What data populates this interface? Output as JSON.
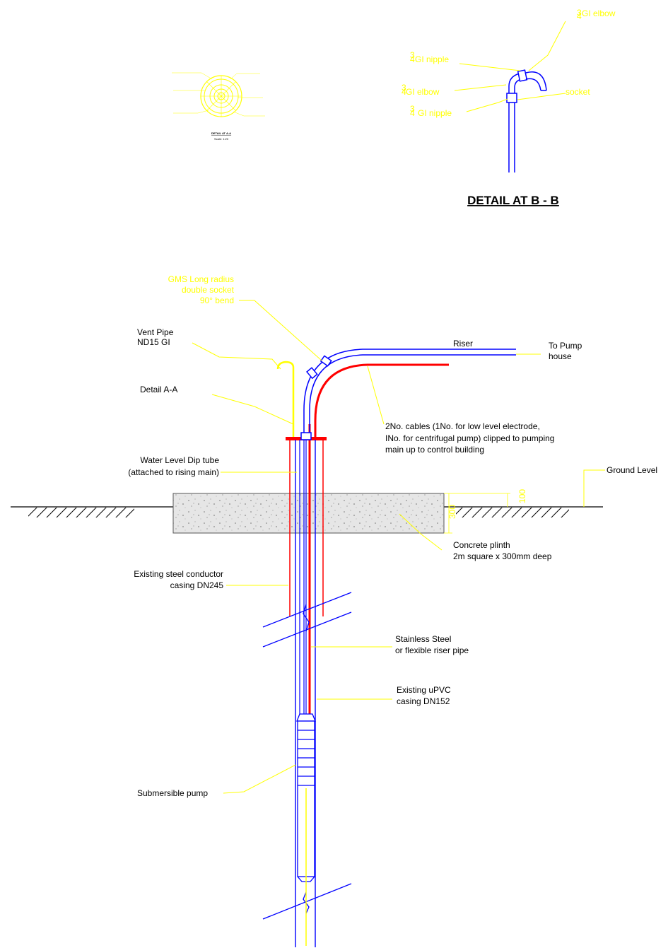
{
  "colors": {
    "blue": "#0000ff",
    "yellow": "#ffff00",
    "red": "#ff0000",
    "black": "#000000",
    "concrete": "#e8e8e8"
  },
  "detail_a": {
    "title": "DETAIL AT A-A",
    "scale": "Scale: 1:20"
  },
  "detail_b": {
    "title": "DETAIL AT B - B",
    "labels": {
      "gi_elbow_top": "GI elbow",
      "gi_nipple_top": "GI nipple",
      "gi_elbow": "GI elbow",
      "gi_nipple_bottom": "GI nipple",
      "socket": "socket"
    }
  },
  "main": {
    "bend": [
      "GMS Long radius",
      "double socket",
      "90° bend"
    ],
    "vent": [
      "Vent Pipe",
      "ND15 GI"
    ],
    "detail_aa": "Detail A-A",
    "riser": "Riser",
    "to_pump": [
      "To Pump",
      "house"
    ],
    "cables": [
      "2No. cables (1No. for low level electrode,",
      "INo. for centrifugal pump) clipped to pumping",
      "main up to control building"
    ],
    "dip": [
      "Water Level Dip tube",
      "(attached to rising main)"
    ],
    "ground": "Ground Level",
    "concrete": [
      "Concrete plinth",
      "2m square x 300mm deep"
    ],
    "casing245": [
      "Existing steel conductor",
      "casing DN245"
    ],
    "stainless": [
      "Stainless Steel",
      "or flexible riser pipe"
    ],
    "upvc": [
      "Existing uPVC",
      "casing DN152"
    ],
    "pump": "Submersible pump",
    "dim_100": "100",
    "dim_300": "300"
  }
}
